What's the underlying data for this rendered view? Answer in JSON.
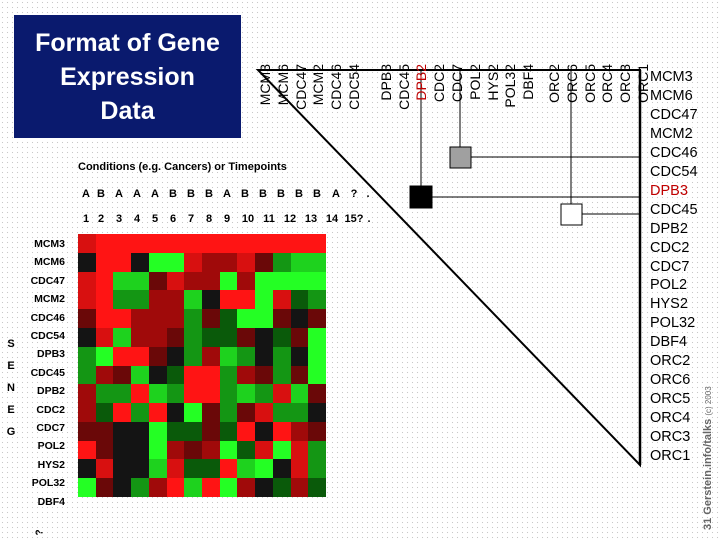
{
  "title": [
    "Format of Gene",
    "Expression",
    "Data"
  ],
  "conditions_label": "Conditions (e.g. Cancers) or Timepoints",
  "condition_letters": [
    "A",
    "B",
    "A",
    "A",
    "A",
    "B",
    "B",
    "B",
    "A",
    "B",
    "B",
    "B",
    "B",
    "B",
    "A",
    "?",
    "."
  ],
  "condition_numbers": [
    "1",
    "2",
    "3",
    "4",
    "5",
    "6",
    "7",
    "8",
    "9",
    "10",
    "11",
    "12",
    "13",
    "14",
    "15?",
    "."
  ],
  "left_genes": [
    "MCM3",
    "MCM6",
    "CDC47",
    "MCM2",
    "CDC46",
    "CDC54",
    "DPB3",
    "CDC45",
    "DPB2",
    "CDC2",
    "CDC7",
    "POL2",
    "HYS2",
    "POL32",
    "DBF4"
  ],
  "left_genes_trailing": "?",
  "genes_axis_letters": [
    "G",
    "E",
    "N",
    "E",
    "S"
  ],
  "top_genes": [
    "MCM3",
    "MCM6",
    "CDC47",
    "MCM2",
    "CDC46",
    "CDC54",
    "DPB3",
    "CDC45",
    "DPB2",
    "CDC2",
    "CDC7",
    "POL2",
    "HYS2",
    "POL32",
    "DBF4",
    "ORC2",
    "ORC6",
    "ORC5",
    "ORC4",
    "ORC3",
    "ORC1"
  ],
  "right_genes": [
    "MCM3",
    "MCM6",
    "CDC47",
    "MCM2",
    "CDC46",
    "CDC54",
    "DPB3",
    "CDC45",
    "DPB2",
    "CDC2",
    "CDC7",
    "POL2",
    "HYS2",
    "POL32",
    "DBF4",
    "ORC2",
    "ORC6",
    "ORC5",
    "ORC4",
    "ORC3",
    "ORC1"
  ],
  "highlight_gene": "DPB2",
  "highlight_gene_right": "DPB3",
  "credit": "31 Gerstein.info/talks",
  "credit_copyright": "(c) 2003",
  "colors": {
    "title_bg": "#0a1a6e",
    "highlight": "#c00000"
  },
  "heatmap": [
    [
      "r3",
      "r4",
      "r4",
      "r4",
      "r4",
      "r4",
      "r4",
      "r4",
      "r4",
      "r4",
      "r4",
      "r4",
      "r4",
      "r4"
    ],
    [
      "k",
      "r4",
      "r4",
      "k",
      "g4",
      "g4",
      "r3",
      "r2",
      "r2",
      "r3",
      "r1",
      "g2",
      "g3",
      "g3"
    ],
    [
      "r3",
      "r4",
      "g3",
      "g3",
      "r1",
      "r3",
      "r2",
      "r2",
      "g4",
      "r2",
      "g4",
      "g4",
      "g4",
      "g4"
    ],
    [
      "r3",
      "r4",
      "g2",
      "g2",
      "r2",
      "r2",
      "g3",
      "k",
      "r4",
      "r4",
      "g4",
      "r3",
      "g1",
      "g2"
    ],
    [
      "r1",
      "r4",
      "r4",
      "r2",
      "r2",
      "r2",
      "g2",
      "r1",
      "g1",
      "g4",
      "g4",
      "r1",
      "k",
      "r1"
    ],
    [
      "k",
      "r3",
      "g3",
      "r2",
      "r2",
      "r1",
      "g2",
      "g1",
      "g1",
      "r1",
      "k",
      "g1",
      "r1",
      "g4"
    ],
    [
      "g2",
      "g4",
      "r4",
      "r4",
      "r1",
      "k",
      "g2",
      "r2",
      "g3",
      "g2",
      "k",
      "g2",
      "k",
      "g4"
    ],
    [
      "g2",
      "r2",
      "r1",
      "g3",
      "k",
      "g1",
      "r4",
      "r4",
      "g2",
      "r2",
      "r1",
      "g2",
      "r1",
      "g4"
    ],
    [
      "r2",
      "g2",
      "g2",
      "r4",
      "g3",
      "g2",
      "r4",
      "r4",
      "g2",
      "g3",
      "g2",
      "r3",
      "g3",
      "r1"
    ],
    [
      "r2",
      "g1",
      "r4",
      "g2",
      "r4",
      "k",
      "g4",
      "r1",
      "g2",
      "r1",
      "r3",
      "g2",
      "g2",
      "k"
    ],
    [
      "r1",
      "r1",
      "k",
      "k",
      "g4",
      "g1",
      "g1",
      "r1",
      "g1",
      "r4",
      "k",
      "r4",
      "r2",
      "r1"
    ],
    [
      "r4",
      "r1",
      "k",
      "k",
      "g4",
      "r2",
      "r1",
      "r2",
      "g4",
      "g1",
      "r3",
      "g4",
      "r3",
      "g2"
    ],
    [
      "k",
      "r3",
      "k",
      "k",
      "g3",
      "r3",
      "g1",
      "g1",
      "r4",
      "g3",
      "g4",
      "k",
      "r3",
      "g2"
    ],
    [
      "g4",
      "r1",
      "k",
      "g2",
      "r2",
      "r4",
      "g3",
      "r4",
      "g4",
      "r2",
      "k",
      "g1",
      "r2",
      "g1"
    ]
  ]
}
